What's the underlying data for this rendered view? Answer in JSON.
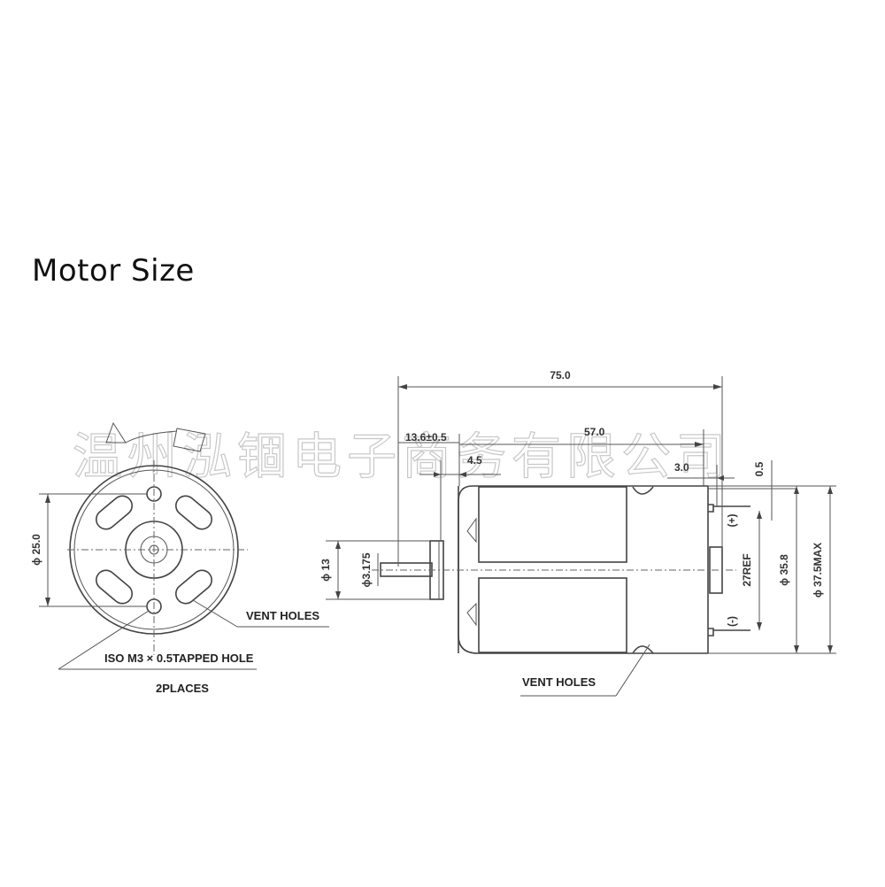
{
  "title": "Motor Size",
  "watermark": "温州泓锢电子商务有限公司",
  "end_view": {
    "dim_hole_spacing": "ϕ 25.0",
    "label_tapped_hole": "ISO M3 × 0.5TAPPED HOLE",
    "label_places": "2PLACES",
    "label_vent_holes": "VENT HOLES"
  },
  "side_view": {
    "dim_overall_length": "75.0",
    "dim_body_length": "57.0",
    "dim_shaft_length": "13.6±0.5",
    "dim_boss_length": "4.5",
    "dim_terminal_offset": "3.0",
    "dim_terminal_gap": "0.5",
    "dim_boss_dia": "ϕ 13",
    "dim_shaft_dia": "ϕ3.175",
    "dim_terminal_ref": "27REF",
    "dim_inner_dia": "ϕ 35.8",
    "dim_body_dia": "ϕ 37.5MAX",
    "label_plus": "(+)",
    "label_minus": "(-)",
    "label_vent_holes": "VENT HOLES"
  }
}
